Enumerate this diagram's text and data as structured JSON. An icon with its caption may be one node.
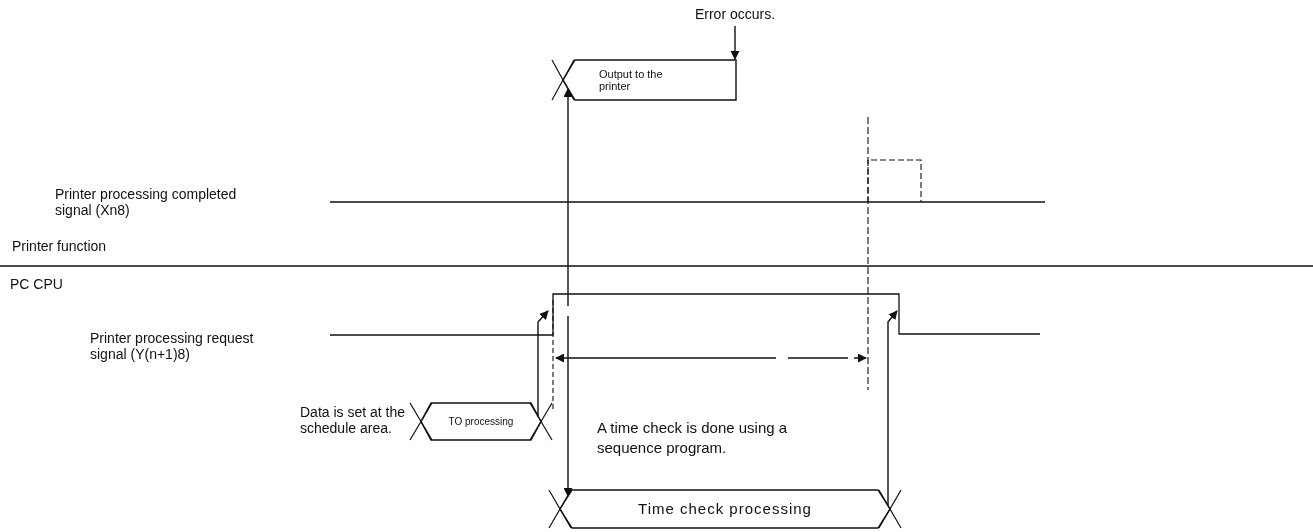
{
  "diagram": {
    "nodes": [
      {
        "text": [
          "Error occurs."
        ]
      },
      {
        "text": [
          "Output to the printer"
        ]
      },
      {
        "text": [
          "TO processing"
        ]
      },
      {
        "text": [
          "Time check processing"
        ]
      }
    ],
    "edges": [
      {
        "from": 0,
        "to": 1,
        "arrow": "to"
      },
      {
        "from": null,
        "to": 1,
        "arrow": "to"
      },
      {
        "from": 2,
        "to": null,
        "arrow": "to"
      },
      {
        "from": null,
        "to": 3,
        "arrow": "to"
      },
      {
        "from": 3,
        "to": null,
        "arrow": "to"
      }
    ],
    "labels": [
      "Printer processing completed signal (Xn8)",
      "Printer function",
      "PC CPU",
      "Printer processing request signal (Y(n+1)8)",
      "Data is set at the schedule area.",
      "A time check is done using a sequence program."
    ]
  }
}
